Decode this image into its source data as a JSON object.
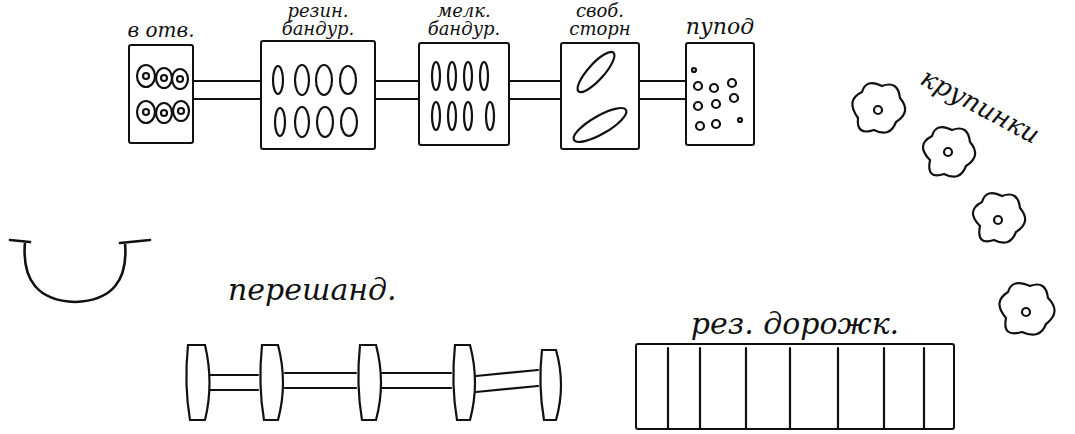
{
  "diagram": {
    "nodes": [
      {
        "text": [
          "в отв."
        ]
      },
      {
        "text": [
          "резин. бандур."
        ]
      },
      {
        "text": [
          "мелк. бандур."
        ]
      },
      {
        "text": [
          "своб. сторн"
        ]
      },
      {
        "text": [
          "пупод"
        ]
      },
      {
        "text": [
          "рез. дорожк."
        ]
      }
    ],
    "edges": [
      {
        "from": 0,
        "to": 1,
        "arrow": "none"
      },
      {
        "from": 1,
        "to": 2,
        "arrow": "none"
      },
      {
        "from": 2,
        "to": 3,
        "arrow": "none"
      },
      {
        "from": 3,
        "to": 4,
        "arrow": "none"
      }
    ],
    "labels": [
      "перешанд.",
      "крупинки"
    ]
  }
}
